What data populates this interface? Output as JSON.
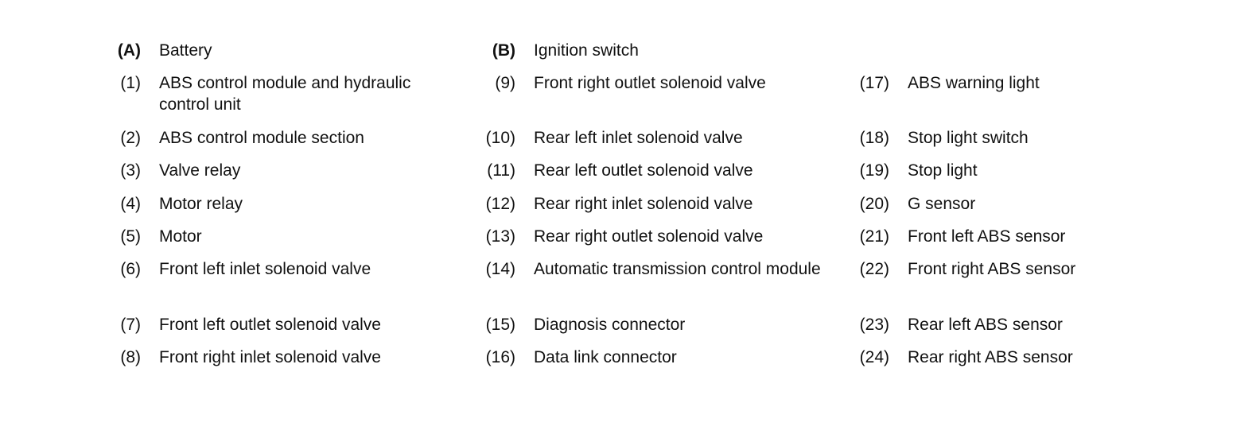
{
  "legend": {
    "A": {
      "num": "(A)",
      "label": "Battery"
    },
    "B": {
      "num": "(B)",
      "label": "Ignition switch"
    },
    "col1": [
      {
        "num": "(1)",
        "label": "ABS control module and hydraulic control unit"
      },
      {
        "num": "(2)",
        "label": "ABS control module section"
      },
      {
        "num": "(3)",
        "label": "Valve relay"
      },
      {
        "num": "(4)",
        "label": "Motor relay"
      },
      {
        "num": "(5)",
        "label": "Motor"
      },
      {
        "num": "(6)",
        "label": "Front left inlet solenoid valve"
      },
      {
        "num": "(7)",
        "label": "Front left outlet solenoid valve"
      },
      {
        "num": "(8)",
        "label": "Front right inlet solenoid valve"
      }
    ],
    "col2": [
      {
        "num": "(9)",
        "label": "Front right outlet solenoid valve"
      },
      {
        "num": "(10)",
        "label": "Rear left inlet solenoid valve"
      },
      {
        "num": "(11)",
        "label": "Rear left outlet solenoid valve"
      },
      {
        "num": "(12)",
        "label": "Rear right inlet solenoid valve"
      },
      {
        "num": "(13)",
        "label": "Rear right outlet solenoid valve"
      },
      {
        "num": "(14)",
        "label": "Automatic transmission control module"
      },
      {
        "num": "(15)",
        "label": "Diagnosis connector"
      },
      {
        "num": "(16)",
        "label": "Data link connector"
      }
    ],
    "col3": [
      {
        "num": "(17)",
        "label": "ABS warning light"
      },
      {
        "num": "(18)",
        "label": "Stop light switch"
      },
      {
        "num": "(19)",
        "label": "Stop light"
      },
      {
        "num": "(20)",
        "label": "G sensor"
      },
      {
        "num": "(21)",
        "label": "Front left ABS sensor"
      },
      {
        "num": "(22)",
        "label": "Front right ABS sensor"
      },
      {
        "num": "(23)",
        "label": "Rear left ABS sensor"
      },
      {
        "num": "(24)",
        "label": "Rear right ABS sensor"
      }
    ]
  }
}
